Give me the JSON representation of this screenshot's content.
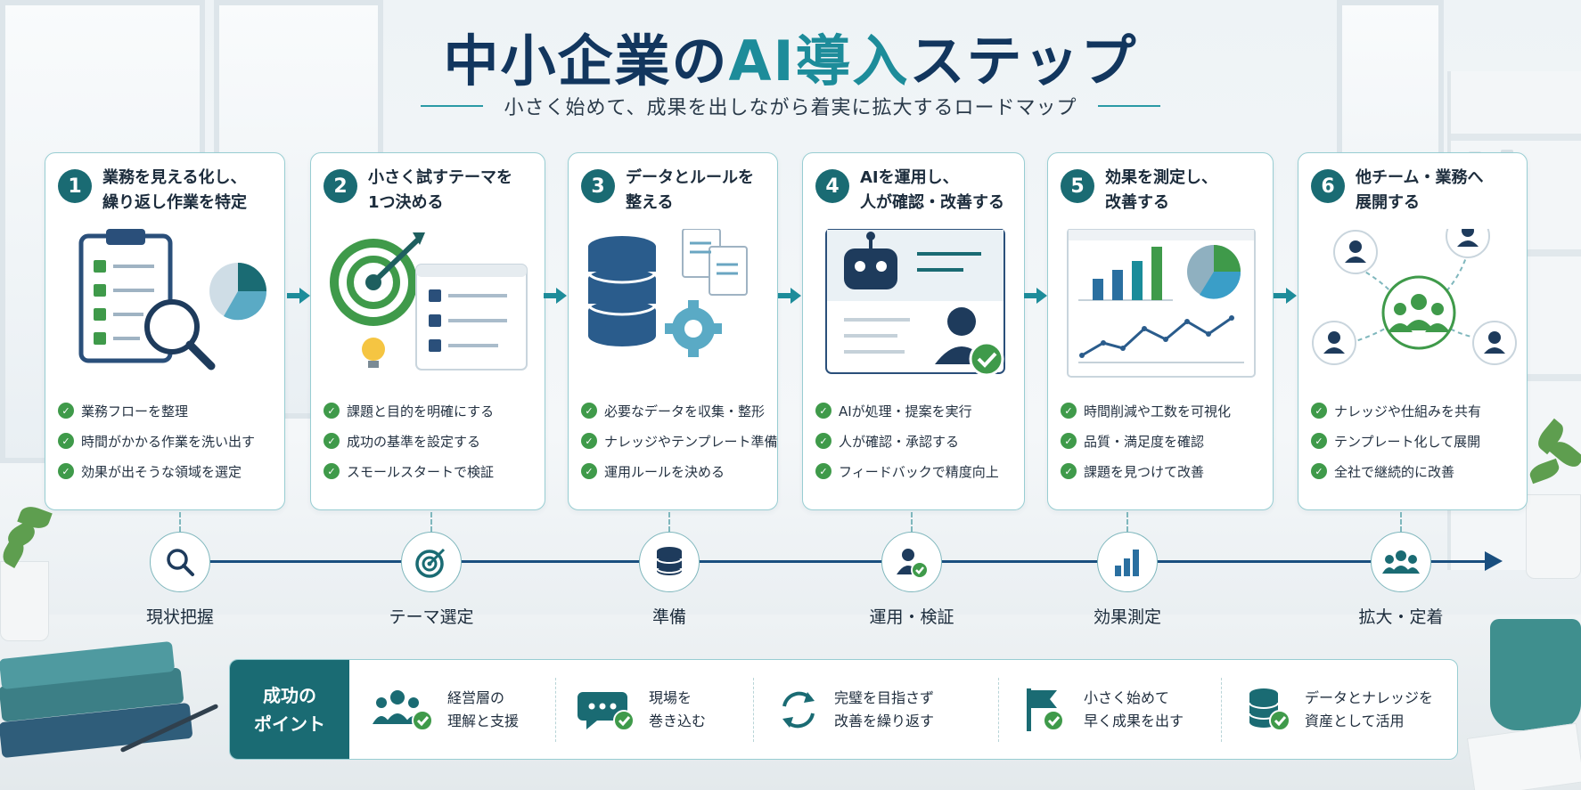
{
  "title": {
    "main": "中小企業の",
    "accent": "AI導入",
    "rest": "ステップ"
  },
  "subtitle": "小さく始めて、成果を出しながら着実に拡大するロードマップ",
  "colors": {
    "navy": "#12365e",
    "teal": "#1d8c9a",
    "dark_teal": "#1a6b73",
    "green": "#3f9a4a",
    "border": "#98cdd2"
  },
  "steps": [
    {
      "num": "1",
      "title": "業務を見える化し、\n繰り返し作業を特定",
      "icon": "clipboard-magnifier-icon",
      "items": [
        "業務フローを整理",
        "時間がかかる作業を洗い出す",
        "効果が出そうな領域を選定"
      ]
    },
    {
      "num": "2",
      "title": "小さく試すテーマを\n1つ決める",
      "icon": "target-checklist-icon",
      "items": [
        "課題と目的を明確にする",
        "成功の基準を設定する",
        "スモールスタートで検証"
      ]
    },
    {
      "num": "3",
      "title": "データとルールを\n整える",
      "icon": "database-gear-icon",
      "items": [
        "必要なデータを収集・整形",
        "ナレッジやテンプレート準備",
        "運用ルールを決める"
      ]
    },
    {
      "num": "4",
      "title": "AIを運用し、\n人が確認・改善する",
      "icon": "robot-user-icon",
      "items": [
        "AIが処理・提案を実行",
        "人が確認・承認する",
        "フィードバックで精度向上"
      ]
    },
    {
      "num": "5",
      "title": "効果を測定し、\n改善する",
      "icon": "dashboard-chart-icon",
      "items": [
        "時間削減や工数を可視化",
        "品質・満足度を確認",
        "課題を見つけて改善"
      ]
    },
    {
      "num": "6",
      "title": "他チーム・業務へ\n展開する",
      "icon": "team-network-icon",
      "items": [
        "ナレッジや仕組みを共有",
        "テンプレート化して展開",
        "全社で継続的に改善"
      ]
    }
  ],
  "timeline": [
    {
      "label": "現状把握",
      "icon": "search-icon"
    },
    {
      "label": "テーマ選定",
      "icon": "target-icon"
    },
    {
      "label": "準備",
      "icon": "database-icon"
    },
    {
      "label": "運用・検証",
      "icon": "user-check-icon"
    },
    {
      "label": "効果測定",
      "icon": "bar-chart-icon"
    },
    {
      "label": "拡大・定着",
      "icon": "group-icon"
    }
  ],
  "success": {
    "label": "成功の\nポイント",
    "points": [
      {
        "text": "経営層の\n理解と支援",
        "icon": "team-check-icon"
      },
      {
        "text": "現場を\n巻き込む",
        "icon": "chat-check-icon"
      },
      {
        "text": "完璧を目指さず\n改善を繰り返す",
        "icon": "refresh-icon"
      },
      {
        "text": "小さく始めて\n早く成果を出す",
        "icon": "flag-check-icon"
      },
      {
        "text": "データとナレッジを\n資産として活用",
        "icon": "database-check-icon"
      }
    ]
  }
}
